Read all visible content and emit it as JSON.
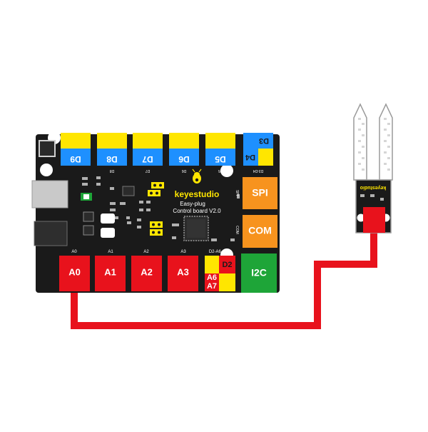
{
  "colors": {
    "board": "#1a1a1a",
    "yellow": "#ffe600",
    "blue": "#1e90ff",
    "red": "#e8121c",
    "orange": "#f7931e",
    "green": "#1ea538",
    "white": "#ffffff",
    "cable": "#e8121c",
    "sensor_pcb": "#1a1a1a"
  },
  "board": {
    "brand": "keyestudio",
    "model_line1": "Easy-plug",
    "model_line2": "Control board V2.0",
    "top_ports": [
      "D9",
      "D8",
      "D7",
      "D6",
      "D5"
    ],
    "top_port_d34": {
      "upper": "D3",
      "lower": "D4"
    },
    "top_silk": [
      "D8",
      "D7",
      "D6",
      "D5",
      "D3-D4"
    ],
    "right_ports": {
      "spi": "SPI",
      "com": "COM",
      "i2c": "I2C"
    },
    "right_silk": {
      "spi": "SPI",
      "com": "COM"
    },
    "bottom_silk": [
      "A0",
      "A1",
      "A2",
      "A3",
      "D2-A6-A7"
    ],
    "bottom_ports": [
      "A0",
      "A1",
      "A2",
      "A3"
    ],
    "mixed_port": {
      "d2": "D2",
      "a6": "A6",
      "a7": "A7"
    }
  },
  "sensor": {
    "brand": "keyestudio"
  }
}
